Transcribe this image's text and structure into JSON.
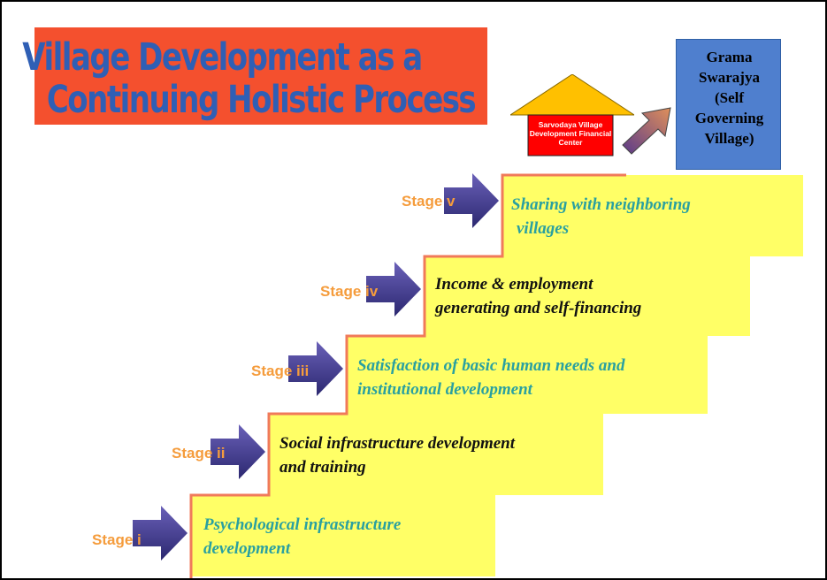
{
  "title": {
    "line1": "Village Development as a",
    "line2": "Continuing Holistic Process"
  },
  "center_label": "Sarvodaya Village Development Financial Center",
  "goal": {
    "text": "Grama\nSwarajya\n(Self\nGoverning\nVillage)"
  },
  "stages": [
    {
      "label": "Stage i",
      "line1": "Psychological infrastructure",
      "line2": "development",
      "color": "#2aa0a0"
    },
    {
      "label": "Stage ii",
      "line1": "Social infrastructure development",
      "line2": "and training",
      "color": "#111111"
    },
    {
      "label": "Stage iii",
      "line1": "Satisfaction of basic human needs and",
      "line2": "institutional development",
      "color": "#2aa0a0"
    },
    {
      "label": "Stage iv",
      "line1": "Income & employment",
      "line2": "generating and self-financing",
      "color": "#111111"
    },
    {
      "label": "Stage v",
      "line1": "Sharing with neighboring",
      "line2": "villages",
      "color": "#2aa0a0"
    }
  ],
  "colors": {
    "title_bg": "#f4502e",
    "title_text": "#2f5fb5",
    "step_fill": "#ffff66",
    "stair_edge": "#f07a5a",
    "stage_label": "#f59c3c",
    "goal_bg": "#4f7fce",
    "house_roof": "#ffc000",
    "center_bg": "#ff0000"
  }
}
